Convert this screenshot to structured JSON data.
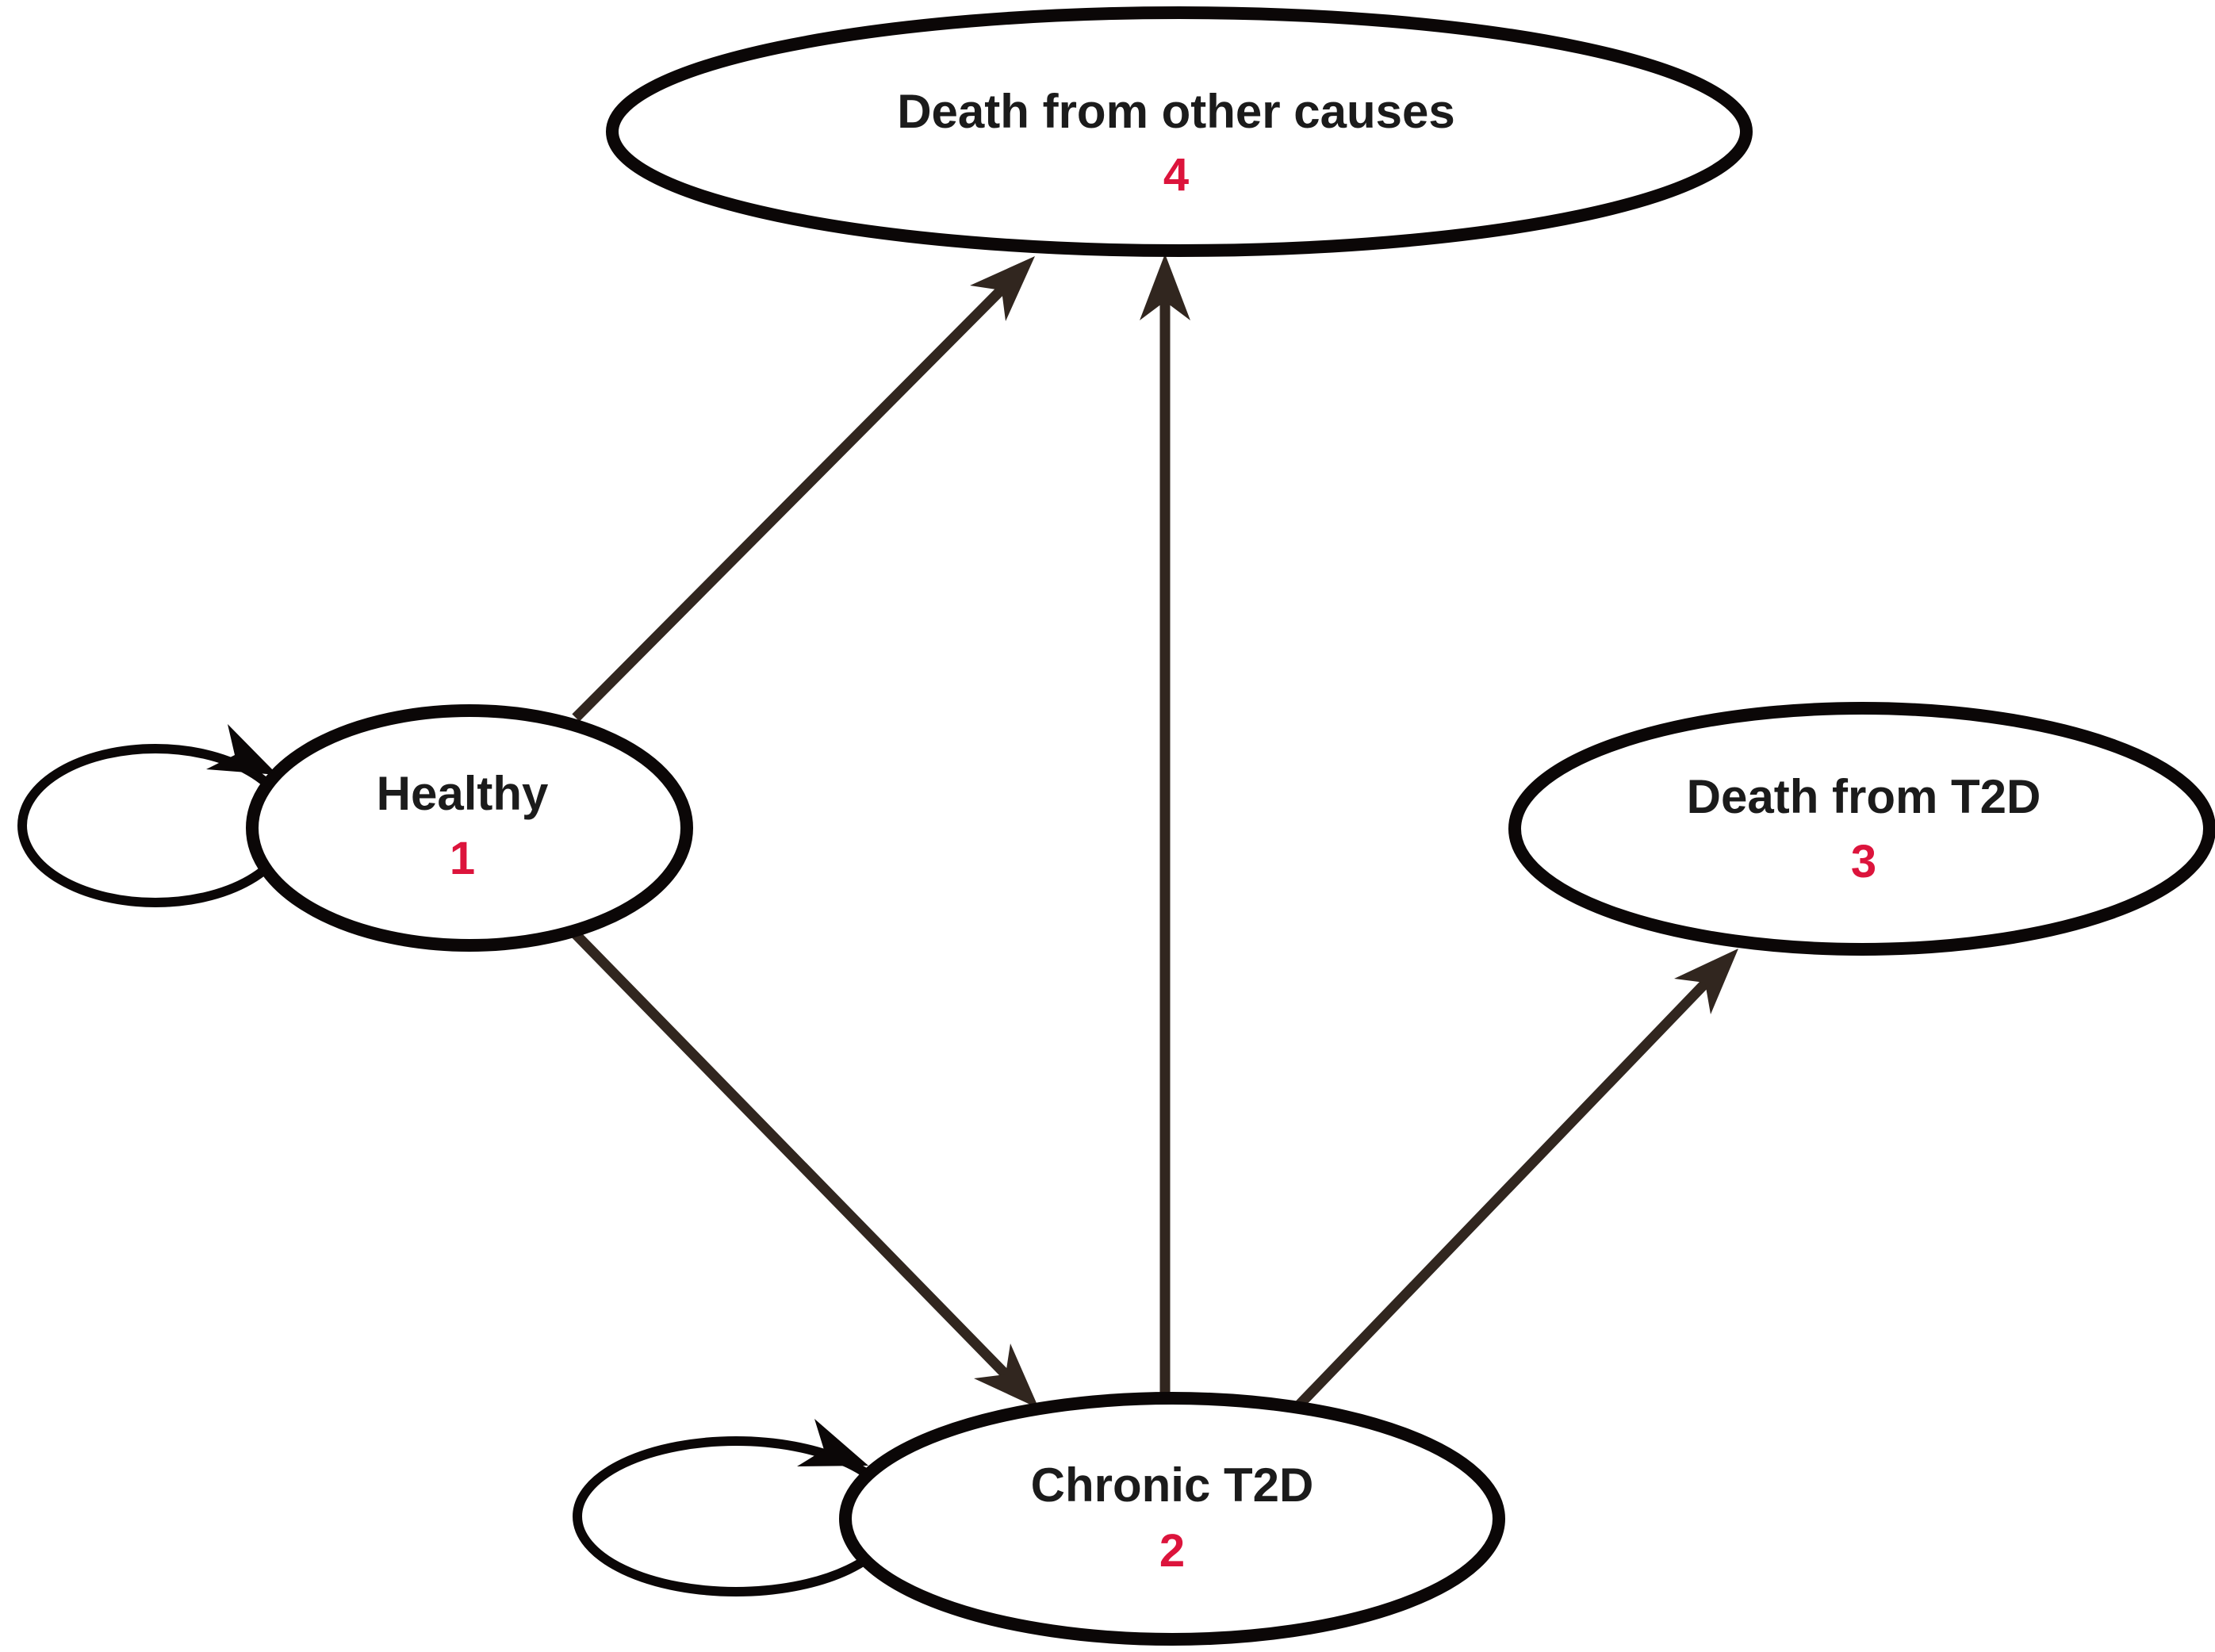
{
  "diagram": {
    "type": "state-transition-diagram",
    "colors": {
      "background": "#ffffff",
      "outline": "#0b0707",
      "arrow": "#31261f",
      "label": "#1b1b1b",
      "number": "#dc143c",
      "node_fill": "#ffffff"
    },
    "nodes": {
      "healthy": {
        "label": "Healthy",
        "number": "1"
      },
      "chronic_t2d": {
        "label": "Chronic T2D",
        "number": "2"
      },
      "death_t2d": {
        "label": "Death from T2D",
        "number": "3"
      },
      "death_other": {
        "label": "Death from other causes",
        "number": "4"
      }
    },
    "edges": [
      {
        "from": "Healthy",
        "to": "Healthy",
        "kind": "self-loop"
      },
      {
        "from": "Healthy",
        "to": "Death from other causes",
        "kind": "transition"
      },
      {
        "from": "Healthy",
        "to": "Chronic T2D",
        "kind": "transition"
      },
      {
        "from": "Chronic T2D",
        "to": "Chronic T2D",
        "kind": "self-loop"
      },
      {
        "from": "Chronic T2D",
        "to": "Death from other causes",
        "kind": "transition"
      },
      {
        "from": "Chronic T2D",
        "to": "Death from T2D",
        "kind": "transition"
      }
    ]
  }
}
